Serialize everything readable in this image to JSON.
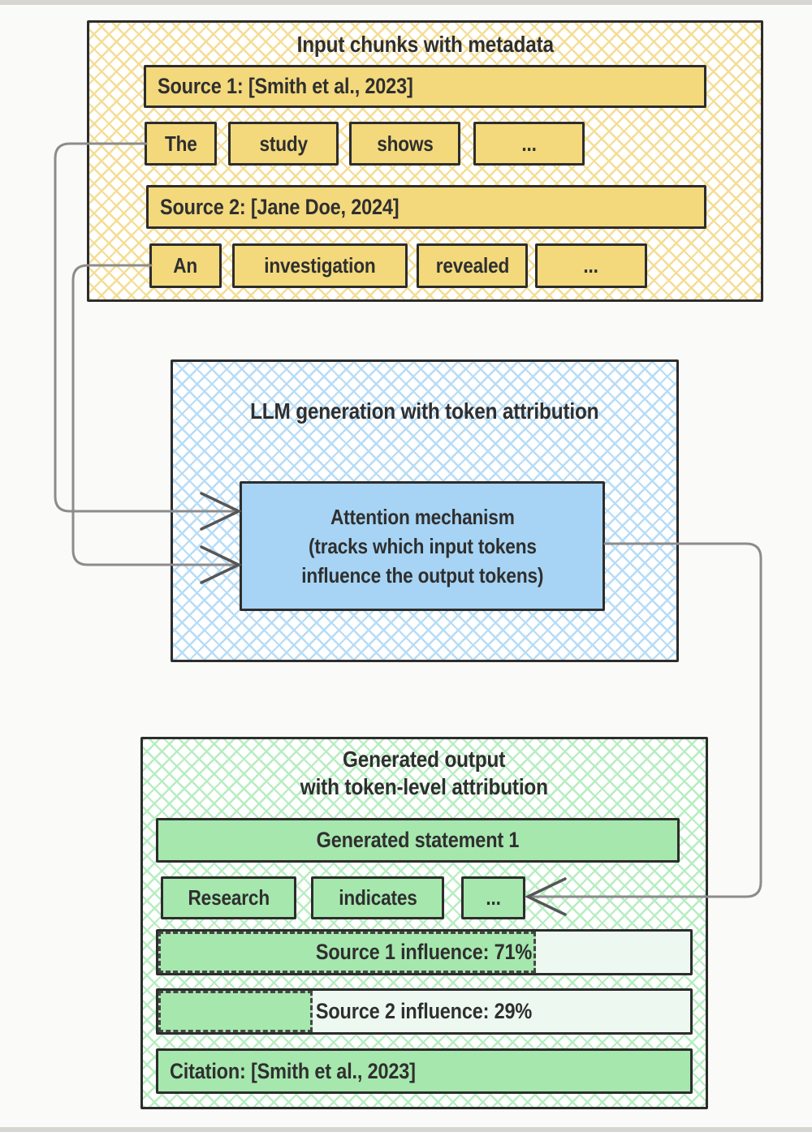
{
  "colors": {
    "border_dark": "#2d2d2d",
    "text": "#2f2f2f",
    "yellow_fill": "#f3d97c",
    "yellow_hatch": "#f4dd94",
    "blue_fill": "#a7d4f4",
    "blue_hatch": "#b7dcf6",
    "green_fill": "#a6e7ae",
    "green_hatch": "#b7edc0",
    "green_pale": "#edf9f0",
    "arrow_gray": "#8c8c8c",
    "arrowhead_gray": "#565656",
    "edge_strip": "#d7d6d2"
  },
  "input_section": {
    "title": "Input chunks with metadata",
    "sources": [
      {
        "label": "Source 1: [Smith et al., 2023]",
        "tokens": [
          "The",
          "study",
          "shows",
          "..."
        ]
      },
      {
        "label": "Source 2: [Jane Doe, 2024]",
        "tokens": [
          "An",
          "investigation",
          "revealed",
          "..."
        ]
      }
    ]
  },
  "llm_section": {
    "title": "LLM generation with token attribution",
    "attention_box": {
      "line1": "Attention mechanism",
      "line2": "(tracks which input tokens",
      "line3": "influence the output tokens)"
    }
  },
  "output_section": {
    "title_line1": "Generated output",
    "title_line2": "with token-level attribution",
    "statement": "Generated statement 1",
    "tokens": [
      "Research",
      "indicates",
      "..."
    ],
    "influences": [
      {
        "label": "Source 1 influence: 71%",
        "percent": 71
      },
      {
        "label": "Source 2 influence: 29%",
        "percent": 29
      }
    ],
    "citation": "Citation: [Smith et al., 2023]"
  },
  "arrows": [
    {
      "from": "input-token-the",
      "to": "attention-box"
    },
    {
      "from": "input-token-an",
      "to": "attention-box"
    },
    {
      "from": "attention-box",
      "to": "output-token-ellipsis"
    }
  ]
}
